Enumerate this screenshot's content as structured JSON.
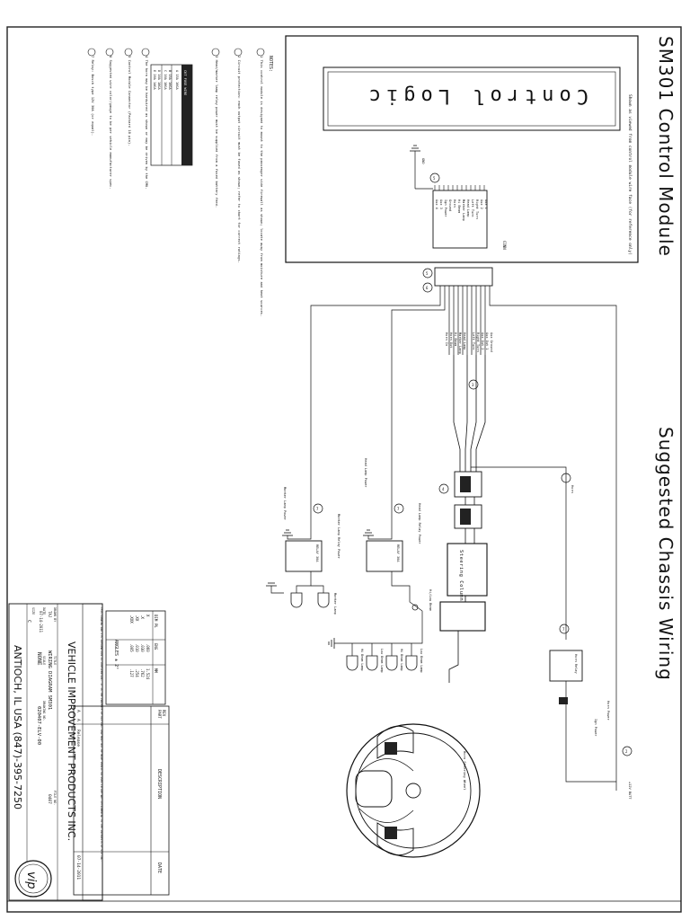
{
  "title_module": "SM301 Control Module",
  "title_chassis": "Suggested Chassis Wiring",
  "module_note": "Shown as viewed from control module wire face (for reference only)",
  "display_text": "Control Logic",
  "steering_column_label": "Steering Column",
  "steering_wheel_label": "Horn Steering Wheel",
  "notes": {
    "heading": "NOTES:",
    "items": [
      "1  This control module is designed to mount to the passenger side firewall as shown; locate away from moisture and heat sources.",
      "2  Circuit protection: each output circuit must be fused as shown; refer to chart for correct ratings.",
      "3  Head/marker lamp relay power must be supplied from a fused battery feed.",
      "4  The horn may be hardwired as shown or may be driven by the CMU.",
      "5  Control Module Connector (Packard 18 pin).",
      "6  Suggested wire color/gauge to be per vehicle manufacturer spec.",
      "7  Relay: Bosch type 12V 30A (or equal)."
    ],
    "table_rows": [
      "CKT  FUSE  WIRE",
      "A    15A   16GA",
      "B    15A   16GA",
      "C    10A   18GA",
      "D    10A   18GA",
      "E    20A   14GA"
    ]
  },
  "connector": {
    "label": "CONN",
    "pins": [
      "Aux 1",
      "Aux 2",
      "Right Turn",
      "Left Turn",
      "Head Lamp",
      "Marker Lamp",
      "Hi Beam",
      "Horn",
      "Ground",
      "Ign Power",
      "Aux 3",
      "Aux 4"
    ]
  },
  "harness_labels": [
    "Aux Ground",
    "Aux Out 1",
    "Aux Out 2",
    "Right Turn",
    "Left Turn",
    "Head Lamp",
    "Marker Lamp",
    "Hi Beam",
    "Horn Out",
    "Horn In"
  ],
  "chassis_labels": {
    "horn": "Horn",
    "marker_lamp": "Marker Lamp",
    "head_lamp": "Head Lamp",
    "relay_power_marker": "Marker Lamp Relay Power",
    "relay_power_head": "Head Lamp Relay Power",
    "marker_lamp_power": "Marker Lamp Power",
    "head_lamp_power": "Head Lamp Power",
    "relay": "RELAY 30A",
    "hi_low": "Hi/Low Beam",
    "hi_beam_lamp": "Hi Beam Lamp",
    "low_beam_lamp": "Low Beam Lamp",
    "horn_relay": "Horn Relay",
    "horn_power": "Horn Power",
    "ign_power": "Ign Power",
    "batt": "+12V BATT",
    "gnd": "GND"
  },
  "revisions": {
    "col_rev": "REV",
    "col_description": "DESCRIPTION",
    "col_date": "DATE",
    "col_part": "PART",
    "rows": [
      {
        "part": "A",
        "rev": "A",
        "description": "Release",
        "date": "07-14-2011"
      }
    ]
  },
  "tolerance": {
    "head": [
      "DIM",
      "PL",
      "ENG",
      "MM"
    ],
    "rows": [
      [
        "X",
        ".060",
        "1.524"
      ],
      [
        ".X",
        ".030",
        ".762"
      ],
      [
        ".XX",
        ".010",
        ".254"
      ],
      [
        ".XXX",
        ".005",
        ".127"
      ]
    ],
    "angles": "ANGLES ± 2°"
  },
  "confidential": "THIS DRAWING AND ITS INFORMATION IS CONFIDENTIAL. IT IS THE PROPERTY OF VIP INC. AND MUST NOT BE MADE PUBLIC OR USED IN ANY WAY DETRIMENTAL TO THE INTERESTS OF VIP INC.",
  "titleblock": {
    "company": "VEHICLE IMPROVEMENT PRODUCTS INC.",
    "address": "ANTIOCH, IL USA (847)-395-7250",
    "drawn_by_label": "DRAWN BY",
    "drawn_by": "TAJ",
    "date_label": "DATE",
    "date": "07-14-2011",
    "scale_label": "SCALE",
    "scale": "NONE",
    "size_label": "SIZE",
    "size": "C",
    "title_label": "TITLE",
    "title": "WIRING DIAGRAM SM301",
    "drawing_no_label": "DRAWING NO.",
    "drawing_no": "020407-ELV-00",
    "file_label": "FILE NO.",
    "file_no": "0407",
    "logo_text": "vip"
  }
}
